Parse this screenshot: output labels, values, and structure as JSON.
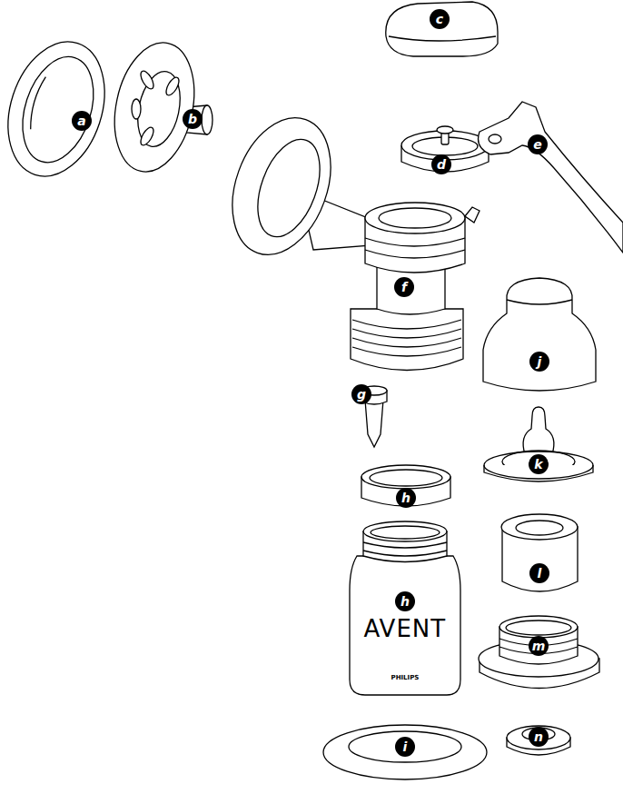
{
  "diagram": {
    "labels": [
      "a",
      "b",
      "c",
      "d",
      "e",
      "f",
      "g",
      "h",
      "h",
      "AVENT",
      "PHILIPS",
      "i",
      "j",
      "k",
      "l",
      "m",
      "n"
    ]
  }
}
